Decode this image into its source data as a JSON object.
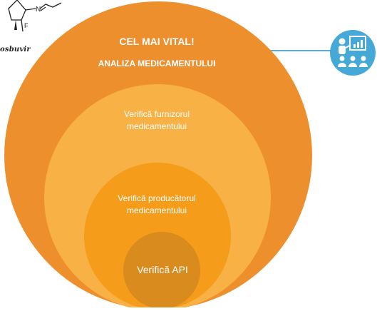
{
  "molecule": {
    "name": "osbuvir",
    "atom_labels": [
      "N",
      "F"
    ]
  },
  "diagram": {
    "title_top": "CEL MAI VITAL!",
    "subtitle": "ANALIZA MEDICAMENTULUI",
    "level_1": [
      "Verifică furnizorul",
      "medicamentului"
    ],
    "level_2": [
      "Verifică producătorul",
      "medicamentului"
    ],
    "level_3": "Verifică API"
  },
  "icon": {
    "name": "presentation-audience-icon"
  },
  "colors": {
    "outer": "#ee8f2e",
    "ring2": "#f8b144",
    "ring3": "#f59c1a",
    "core": "#d98b1e",
    "connector": "#5aaed6",
    "icon_bg": "#45a9d8",
    "text": "#ffffff"
  }
}
